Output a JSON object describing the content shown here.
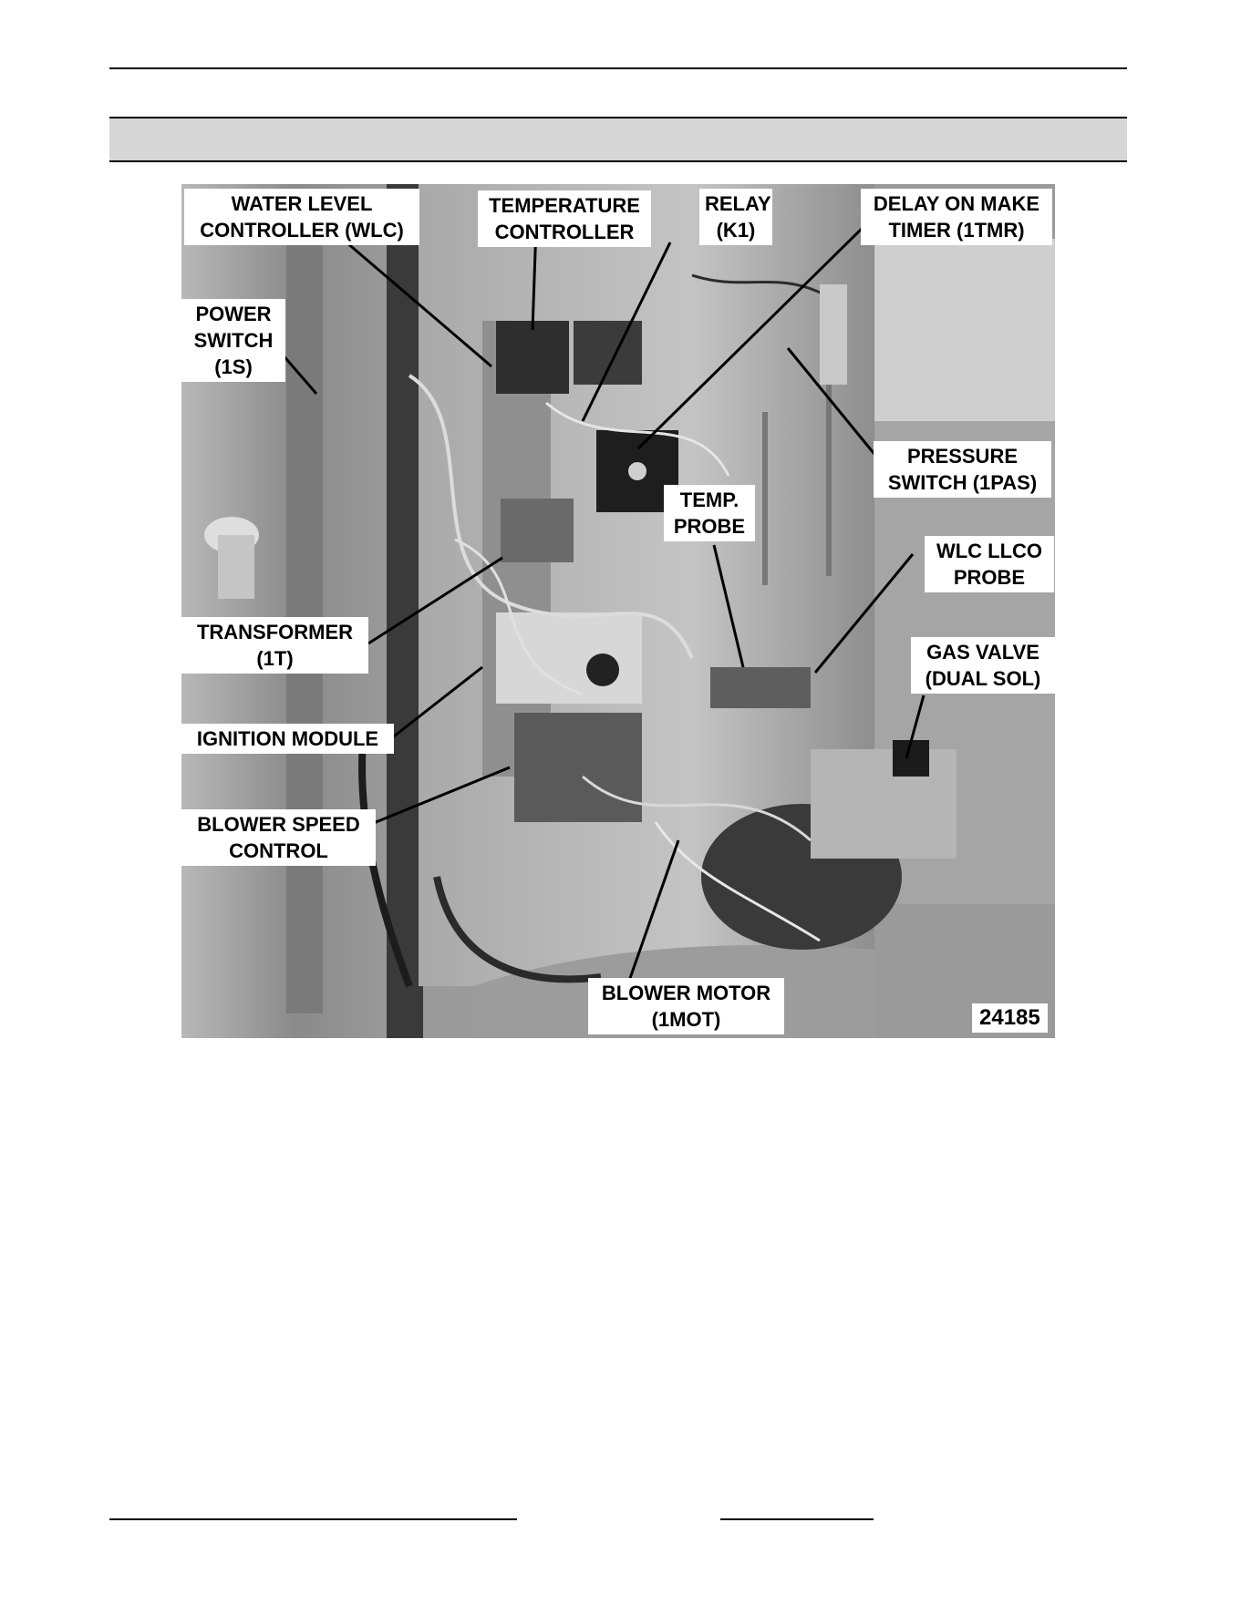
{
  "figure": {
    "callouts": {
      "water_level_controller": "WATER LEVEL CONTROLLER (WLC)",
      "temperature_controller": "TEMPERATURE CONTROLLER",
      "relay": "RELAY (K1)",
      "delay_on_make_timer": "DELAY ON MAKE TIMER (1TMR)",
      "power_switch": "POWER SWITCH (1S)",
      "pressure_switch": "PRESSURE SWITCH (1PAS)",
      "temp_probe": "TEMP. PROBE",
      "wlc_llco_probe": "WLC LLCO PROBE",
      "transformer": "TRANSFORMER (1T)",
      "gas_valve": "GAS VALVE (DUAL SOL)",
      "ignition_module": "IGNITION MODULE",
      "blower_speed_control": "BLOWER SPEED CONTROL",
      "blower_motor": "BLOWER MOTOR (1MOT)"
    },
    "figure_number": "24185"
  }
}
